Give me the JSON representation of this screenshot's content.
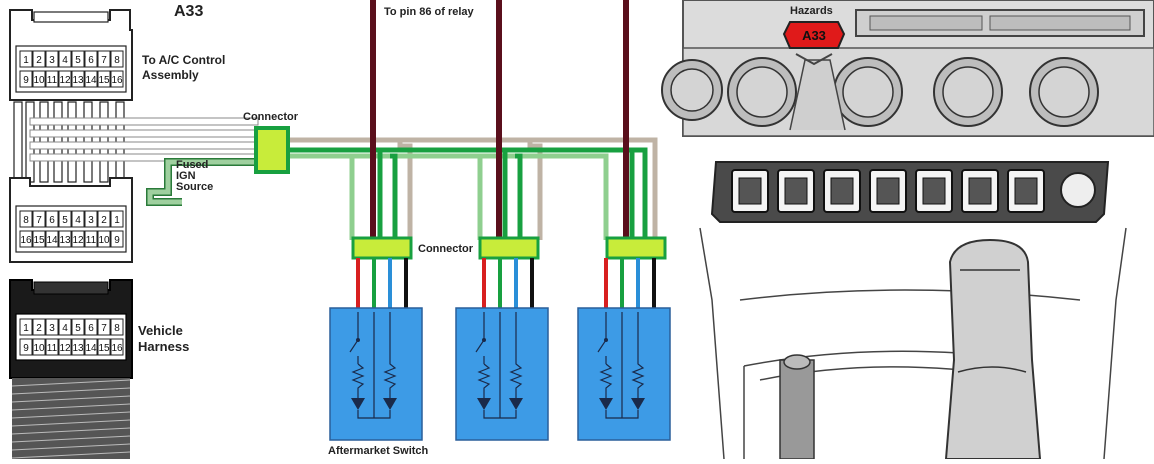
{
  "connector_id": "A33",
  "labels": {
    "ac_control_line1": "To A/C Control",
    "ac_control_line2": "Assembly",
    "connector_top": "Connector",
    "connector_mid": "Connector",
    "fused_line1": "Fused",
    "fused_line2": "IGN",
    "fused_line3": "Source",
    "relay": "To pin 86 of relay",
    "vehicle_line1": "Vehicle",
    "vehicle_line2": "Harness",
    "aftermarket": "Aftermarket Switch"
  },
  "pins_top_connector": {
    "row1": [
      "1",
      "2",
      "3",
      "4",
      "5",
      "6",
      "7",
      "8"
    ],
    "row2": [
      "9",
      "10",
      "11",
      "12",
      "13",
      "14",
      "15",
      "16"
    ]
  },
  "pins_mid_connector": {
    "row1": [
      "8",
      "7",
      "6",
      "5",
      "4",
      "3",
      "2",
      "1"
    ],
    "row2": [
      "16",
      "15",
      "14",
      "13",
      "12",
      "11",
      "10",
      "9"
    ]
  },
  "pins_bottom_connector": {
    "row1": [
      "1",
      "2",
      "3",
      "4",
      "5",
      "6",
      "7",
      "8"
    ],
    "row2": [
      "9",
      "10",
      "11",
      "12",
      "13",
      "14",
      "15",
      "16"
    ]
  },
  "dashboard": {
    "hazard_label": "Hazards",
    "hazard_button": "A33"
  },
  "colors": {
    "green": "#18a040",
    "light_green": "#8fcf8f",
    "tan": "#bfb3a5",
    "dark_red": "#5a0f1c",
    "red": "#d81f1f",
    "blue": "#2a8fd8",
    "switch_box": "#3d9be6",
    "connector_fill": "#c8ec3a"
  }
}
